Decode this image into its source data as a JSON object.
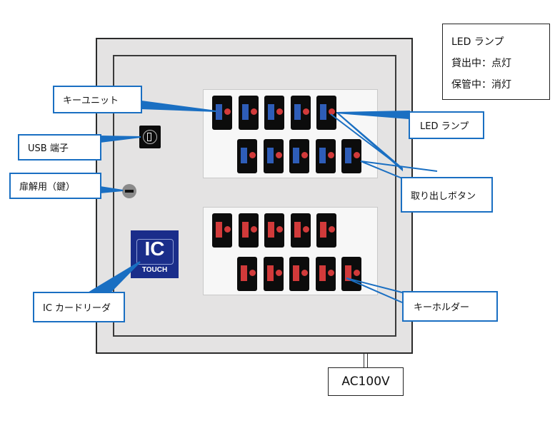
{
  "legend": {
    "title": "LED ランプ",
    "lines": [
      "貸出中：点灯",
      "保管中：消灯"
    ]
  },
  "callouts": {
    "key_unit": "キーユニット",
    "usb_port": "USB 端子",
    "door_lock": "扉解用（鍵）",
    "ic_reader": "IC カードリーダ",
    "led_lamp": "LED ランプ",
    "eject_button": "取り出しボタン",
    "key_holder": "キーホルダー"
  },
  "ic_logo": {
    "big": "IC",
    "small": "TOUCH"
  },
  "power": {
    "label": "AC100V"
  },
  "colors": {
    "callout_border": "#1a6fc2",
    "blue_button": "#2e5db8",
    "red_button": "#d13a3a",
    "led": "#d13a3a"
  },
  "key_unit": {
    "rows": [
      5,
      5
    ],
    "button_color": "blue"
  },
  "key_holder": {
    "rows": [
      5,
      5
    ],
    "button_color": "red"
  }
}
